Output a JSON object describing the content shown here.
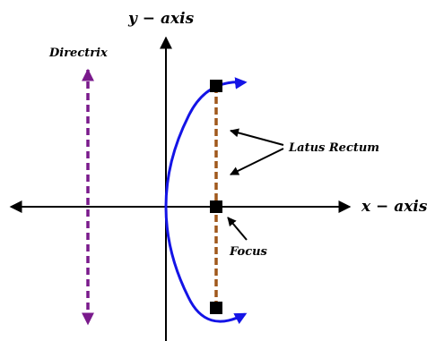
{
  "labels": {
    "y_axis": "y − axis",
    "x_axis": "x − axis",
    "directrix": "Directrix",
    "latus_rectum": "Latus Rectum",
    "focus": "Focus"
  },
  "colors": {
    "axes": "#000000",
    "parabola": "#1414e6",
    "directrix": "#7a1a8c",
    "latus_rectum": "#a0581c",
    "points": "#000000",
    "pointer_arrows": "#000000"
  }
}
